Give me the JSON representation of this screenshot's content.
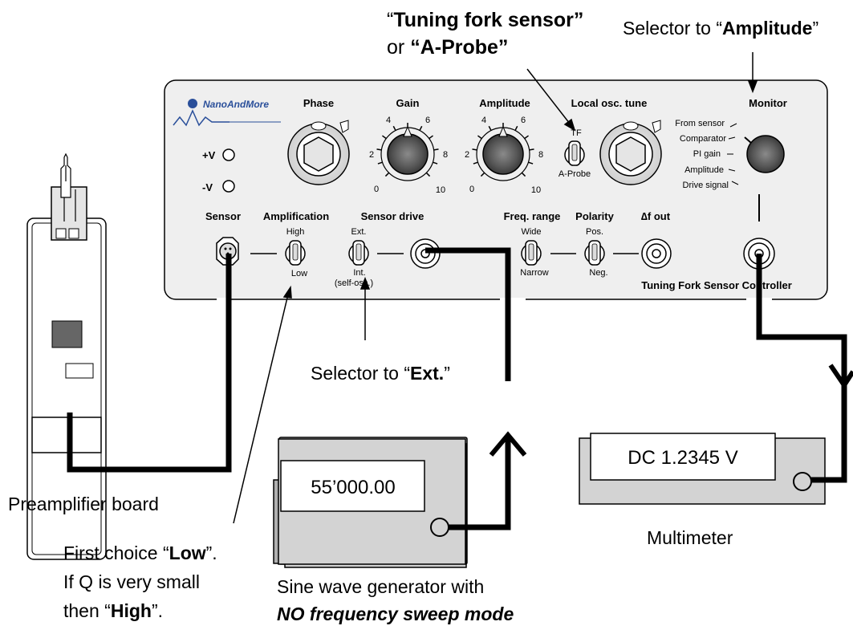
{
  "controller": {
    "brand": "NanoAndMore",
    "title": "Tuning Fork Sensor Controller",
    "power": {
      "plus": "+V",
      "minus": "-V"
    },
    "labels": {
      "phase": "Phase",
      "gain": "Gain",
      "amplitude": "Amplitude",
      "local_osc_tune": "Local osc. tune",
      "monitor": "Monitor",
      "sensor": "Sensor",
      "amplification": "Amplification",
      "sensor_drive": "Sensor drive",
      "freq_range": "Freq. range",
      "polarity": "Polarity",
      "delta_f_out": "∆f out"
    },
    "gain_scale": [
      "0",
      "2",
      "4",
      "6",
      "8",
      "10"
    ],
    "amplitude_scale": [
      "0",
      "2",
      "4",
      "6",
      "8",
      "10"
    ],
    "tf_switch": {
      "top": "TF",
      "bottom": "A-Probe"
    },
    "monitor_options": [
      "From sensor",
      "Comparator",
      "PI gain",
      "Amplitude",
      "Drive signal"
    ],
    "amplification_switch": {
      "top": "High",
      "bottom": "Low"
    },
    "sensor_drive_switch": {
      "top": "Ext.",
      "bottom": "Int.",
      "bottom2": "(self-osc.)"
    },
    "freq_range_switch": {
      "top": "Wide",
      "bottom": "Narrow"
    },
    "polarity_switch": {
      "top": "Pos.",
      "bottom": "Neg."
    }
  },
  "generator": {
    "display": "55’000.00"
  },
  "multimeter": {
    "display": "DC 1.2345 V"
  },
  "annotations": {
    "tf_pre": "“",
    "tf_bold": "Tuning fork sensor”",
    "or_text": "or ",
    "aprobe_bold": "“A-Probe”",
    "monitor_pre": "Selector to “",
    "monitor_bold": "Amplitude",
    "monitor_post": "”",
    "ext_pre": "Selector to “",
    "ext_bold": "Ext.",
    "ext_post": "”",
    "preamp": "Preamplifier board",
    "first_pre": "First choice “",
    "first_bold": "Low",
    "first_post": "”.",
    "if_q": "If Q is very small",
    "then_pre": "then “",
    "then_bold": "High",
    "then_post": "”.",
    "multimeter": "Multimeter",
    "sine": "Sine wave generator with",
    "no_sweep": "NO frequency sweep mode"
  }
}
